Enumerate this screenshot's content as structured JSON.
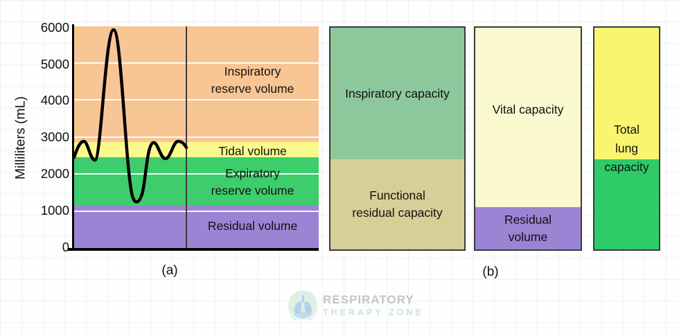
{
  "figure": {
    "panel_a": {
      "caption": "(a)",
      "y_axis": {
        "title": "Milliliters (mL)",
        "ticks": [
          "6000",
          "5000",
          "4000",
          "3000",
          "2000",
          "1000",
          "0"
        ]
      },
      "bands": [
        {
          "label": "Inspiratory reserve volume",
          "label_lines": [
            "Inspiratory",
            "reserve volume"
          ],
          "color": "#F8C594",
          "from_mL": 2900,
          "to_mL": 6000
        },
        {
          "label": "Tidal volume",
          "label_lines": [
            "Tidal volume"
          ],
          "color": "#FAF98C",
          "from_mL": 2400,
          "to_mL": 2900
        },
        {
          "label": "Expiratory reserve volume",
          "label_lines": [
            "Expiratory",
            "reserve volume"
          ],
          "color": "#3ECD6C",
          "from_mL": 1200,
          "to_mL": 2400
        },
        {
          "label": "Residual volume",
          "label_lines": [
            "Residual volume"
          ],
          "color": "#9C84D4",
          "from_mL": 0,
          "to_mL": 1200
        }
      ]
    },
    "panel_b": {
      "caption": "(b)",
      "bars": [
        {
          "segments": [
            {
              "label": "Inspiratory capacity",
              "label_lines": [
                "Inspiratory capacity"
              ],
              "color": "#8DC89C",
              "from_mL": 2400,
              "to_mL": 6000
            },
            {
              "label": "Functional residual capacity",
              "label_lines": [
                "Functional",
                "residual capacity"
              ],
              "color": "#D7CF97",
              "from_mL": 0,
              "to_mL": 2400
            }
          ]
        },
        {
          "segments": [
            {
              "label": "Vital capacity",
              "label_lines": [
                "Vital capacity"
              ],
              "color": "#FBF9D0",
              "from_mL": 1200,
              "to_mL": 6000
            },
            {
              "label": "Residual volume",
              "label_lines": [
                "Residual",
                "volume"
              ],
              "color": "#9C84D4",
              "from_mL": 0,
              "to_mL": 1200
            }
          ]
        },
        {
          "label": "Total lung capacity",
          "label_lines": [
            "Total",
            "lung",
            "capacity"
          ],
          "segments": [
            {
              "label": "Total lung capacity (upper)",
              "color": "#FAF56E",
              "from_mL": 2400,
              "to_mL": 6000
            },
            {
              "label": "Total lung capacity (lower)",
              "color": "#2FCB68",
              "from_mL": 0,
              "to_mL": 2400
            }
          ]
        }
      ]
    }
  },
  "watermark": {
    "line1": "RESPIRATORY",
    "line2": "THERAPY ZONE"
  },
  "chart_data": {
    "type": "area",
    "title": "Lung volumes and capacities (spirogram)",
    "ylabel": "Milliliters (mL)",
    "ylim": [
      0,
      6000
    ],
    "yticks": [
      0,
      1000,
      2000,
      3000,
      4000,
      5000,
      6000
    ],
    "grid": true,
    "panel_a_bands": [
      {
        "label": "Inspiratory reserve volume",
        "from_mL": 2900,
        "to_mL": 6000,
        "color": "#F8C594"
      },
      {
        "label": "Tidal volume",
        "from_mL": 2400,
        "to_mL": 2900,
        "color": "#FAF98C"
      },
      {
        "label": "Expiratory reserve volume",
        "from_mL": 1200,
        "to_mL": 2400,
        "color": "#3ECD6C"
      },
      {
        "label": "Residual volume",
        "from_mL": 0,
        "to_mL": 1200,
        "color": "#9C84D4"
      }
    ],
    "spirogram_trace_mL": [
      2450,
      2900,
      2400,
      6000,
      1250,
      2870,
      2550,
      2870,
      2720
    ],
    "panel_b_bars": [
      {
        "segments": [
          {
            "label": "Inspiratory capacity",
            "from_mL": 2400,
            "to_mL": 6000
          },
          {
            "label": "Functional residual capacity",
            "from_mL": 0,
            "to_mL": 2400
          }
        ]
      },
      {
        "segments": [
          {
            "label": "Vital capacity",
            "from_mL": 1200,
            "to_mL": 6000
          },
          {
            "label": "Residual volume",
            "from_mL": 0,
            "to_mL": 1200
          }
        ]
      },
      {
        "segments": [
          {
            "label": "Total lung capacity",
            "from_mL": 0,
            "to_mL": 6000,
            "color_split_mL": 2400
          }
        ]
      }
    ]
  }
}
